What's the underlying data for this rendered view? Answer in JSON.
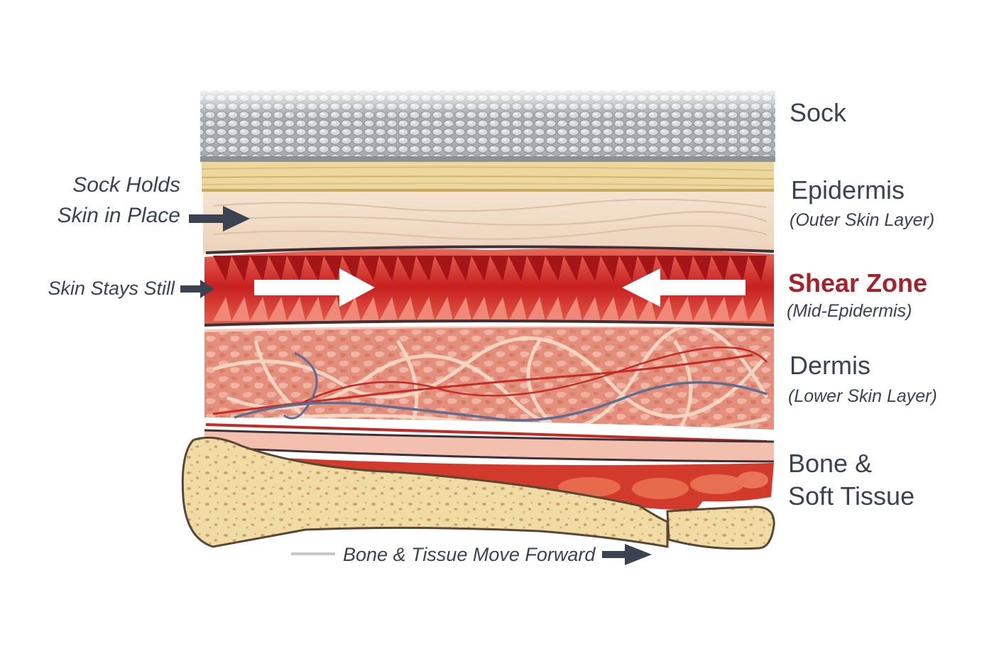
{
  "labels": {
    "sock": "Sock",
    "epidermis": "Epidermis",
    "epidermis_sub": "(Outer Skin Layer)",
    "shear": "Shear Zone",
    "shear_sub": "(Mid-Epidermis)",
    "dermis": "Dermis",
    "dermis_sub": "(Lower Skin Layer)",
    "bone_line1": "Bone &",
    "bone_line2": "Soft Tissue"
  },
  "callouts": {
    "sock_holds_line1": "Sock Holds",
    "sock_holds_line2": "Skin in Place",
    "skin_stays": "Skin Stays Still",
    "bone_moves": "Bone & Tissue Move Forward"
  },
  "colors": {
    "shear_label": "#a8202a",
    "text": "#3b4250",
    "arrow": "#3b4250",
    "sock": "#b9bcc0",
    "epidermis_band": "#ecd89e",
    "epidermis": "#f1dcc8",
    "shear_zone": "#d2322d",
    "dermis": "#e59a86",
    "bone": "#f0dea7"
  }
}
